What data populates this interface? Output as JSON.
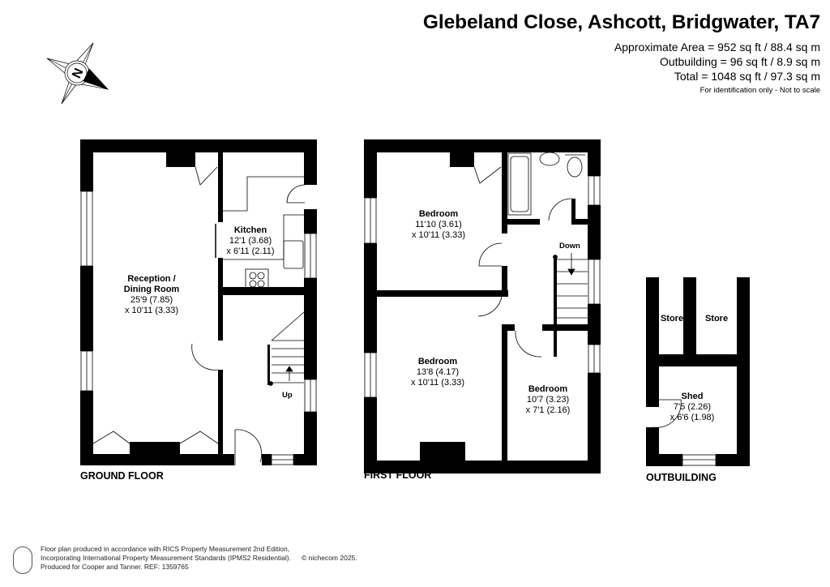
{
  "header": {
    "title": "Glebeland Close, Ashcott, Bridgwater, TA7",
    "areas": [
      "Approximate Area = 952 sq ft / 88.4 sq m",
      "Outbuilding = 96 sq ft / 8.9 sq m",
      "Total = 1048 sq ft / 97.3 sq m"
    ],
    "note": "For identification only - Not to scale"
  },
  "compass": {
    "icon": "compass-north-icon",
    "letter": "N"
  },
  "floors": {
    "ground": {
      "label": "GROUND FLOOR",
      "rooms": [
        {
          "name": "Reception / Dining Room",
          "name_line1": "Reception /",
          "name_line2": "Dining Room",
          "dim1": "25'9 (7.85)",
          "dim2": "x 10'11 (3.33)"
        },
        {
          "name": "Kitchen",
          "dim1": "12'1 (3.68)",
          "dim2": "x 6'11 (2.11)"
        }
      ],
      "stairs_label": "Up"
    },
    "first": {
      "label": "FIRST FLOOR",
      "rooms": [
        {
          "name": "Bedroom",
          "dim1": "11'10 (3.61)",
          "dim2": "x 10'11 (3.33)"
        },
        {
          "name": "Bedroom",
          "dim1": "13'8 (4.17)",
          "dim2": "x 10'11 (3.33)"
        },
        {
          "name": "Bedroom",
          "dim1": "10'7 (3.23)",
          "dim2": "x 7'1 (2.16)"
        }
      ],
      "stairs_label": "Down"
    },
    "outbuilding": {
      "label": "OUTBUILDING",
      "rooms": [
        {
          "name": "Store"
        },
        {
          "name": "Store"
        },
        {
          "name": "Shed",
          "dim1": "7'5 (2.26)",
          "dim2": "x 6'6 (1.98)"
        }
      ]
    }
  },
  "footer": {
    "lines": [
      "Floor plan produced in accordance with RICS Property Measurement 2nd Edition,",
      "Incorporating International Property Measurement Standards (IPMS2 Residential).",
      "Produced for Cooper and Tanner.   REF: 1359765"
    ],
    "copyright": "© nichecom 2025.",
    "icon": "person-measure-icon"
  },
  "colors": {
    "wall": "#000000",
    "background": "#ffffff",
    "fixture": "#555555"
  }
}
